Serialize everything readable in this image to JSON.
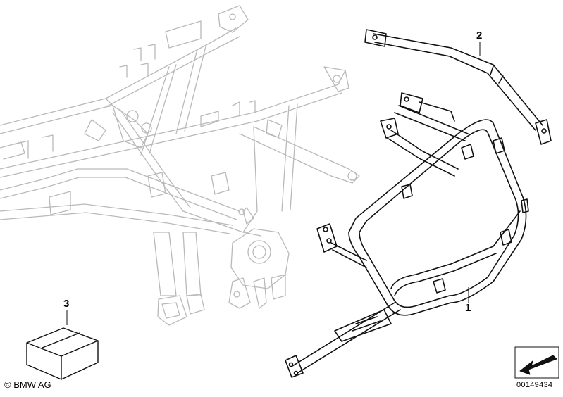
{
  "callouts": {
    "part_1": "1",
    "part_2": "2",
    "part_3": "3"
  },
  "footer": {
    "copyright": "© BMW AG",
    "diagram_number": "00149434"
  },
  "icons": {
    "orientation": "arrow-icon"
  },
  "colors": {
    "frame_ghost": "#b9b9b9",
    "part_line": "#111111",
    "background": "#ffffff"
  }
}
